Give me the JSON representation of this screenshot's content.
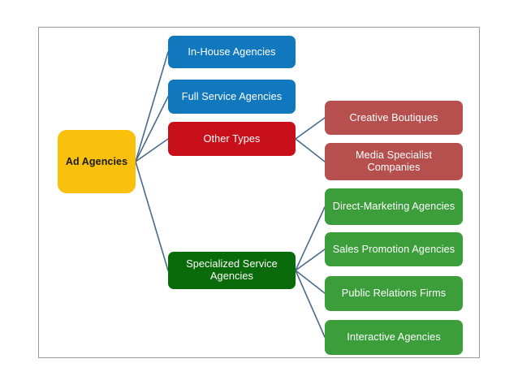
{
  "diagram": {
    "type": "tree-hierarchy",
    "title_text": "",
    "colors": {
      "root": "#f9c00c",
      "blue": "#1278be",
      "red": "#c8101a",
      "dark_green": "#0a6b0a",
      "maroon": "#b5504f",
      "green": "#3b9e3b",
      "connector": "#4a6a8a",
      "frame_border": "#9a9a9a",
      "background": "#ffffff",
      "root_text": "#1a1a1a",
      "node_text": "#ffffff"
    },
    "root": {
      "label": "Ad Agencies"
    },
    "level1": [
      {
        "label": "In-House Agencies",
        "color_key": "blue"
      },
      {
        "label": "Full Service Agencies",
        "color_key": "blue"
      },
      {
        "label": "Other Types",
        "color_key": "red"
      },
      {
        "label": "Specialized Service Agencies",
        "color_key": "dark_green"
      }
    ],
    "other_types_children": [
      {
        "label": "Creative Boutiques",
        "color_key": "maroon"
      },
      {
        "label": "Media Specialist Companies",
        "color_key": "maroon"
      }
    ],
    "specialized_children": [
      {
        "label": "Direct-Marketing Agencies",
        "color_key": "green"
      },
      {
        "label": "Sales Promotion Agencies",
        "color_key": "green"
      },
      {
        "label": "Public Relations Firms",
        "color_key": "green"
      },
      {
        "label": "Interactive Agencies",
        "color_key": "green"
      }
    ]
  }
}
